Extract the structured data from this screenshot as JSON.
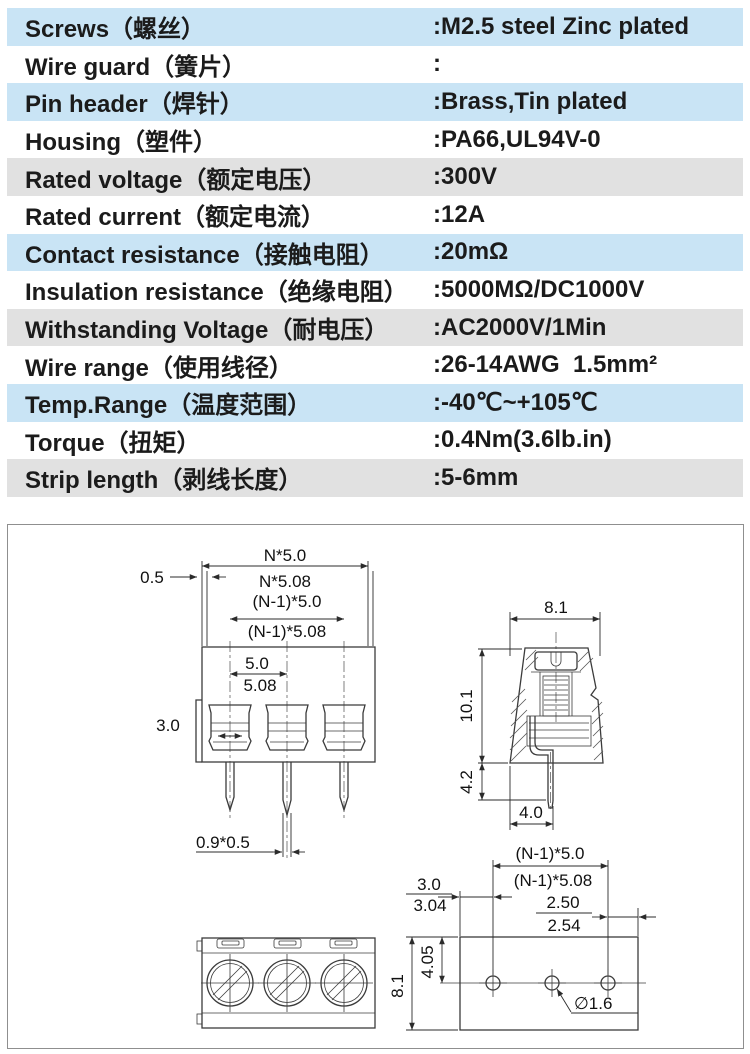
{
  "colors": {
    "blue": "#c9e4f5",
    "gray": "#e1e1e1",
    "white": "#ffffff",
    "row_text": "#1b1b1b",
    "line": "#3b3b3b",
    "box_border": "#8f8f8f"
  },
  "spec_table": {
    "rows": [
      {
        "label": "Screws（螺丝）",
        "value": ":M2.5 steel Zinc plated",
        "bg": "blue"
      },
      {
        "label": "Wire guard（簧片）",
        "value": ":",
        "bg": "white"
      },
      {
        "label": "Pin header（焊针）",
        "value": ":Brass,Tin plated",
        "bg": "blue"
      },
      {
        "label": "Housing（塑件）",
        "value": ":PA66,UL94V-0",
        "bg": "white"
      },
      {
        "label": "Rated voltage（额定电压）",
        "value": ":300V",
        "bg": "gray"
      },
      {
        "label": "Rated current（额定电流）",
        "value": ":12A",
        "bg": "white"
      },
      {
        "label": "Contact resistance（接触电阻）",
        "value": ":20mΩ",
        "bg": "blue"
      },
      {
        "label": "Insulation resistance（绝缘电阻）",
        "value": ":5000MΩ/DC1000V",
        "bg": "white"
      },
      {
        "label": "Withstanding Voltage（耐电压）",
        "value": ":AC2000V/1Min",
        "bg": "gray"
      },
      {
        "label": "Wire range（使用线径）",
        "value": ":26-14AWG  1.5mm²",
        "bg": "white"
      },
      {
        "label": "Temp.Range（温度范围）",
        "value": ":-40℃~+105℃",
        "bg": "blue"
      },
      {
        "label": "Torque（扭矩）",
        "value": ":0.4Nm(3.6lb.in)",
        "bg": "white"
      },
      {
        "label": "Strip length（剥线长度）",
        "value": ":5-6mm",
        "bg": "gray"
      }
    ]
  },
  "drawing": {
    "front_view": {
      "dim_total_50": "N*5.0",
      "dim_total_508": "N*5.08",
      "dim_span_50": "(N-1)*5.0",
      "dim_span_508": "(N-1)*5.08",
      "dim_offset": "0.5",
      "dim_pitch_50": "5.0",
      "dim_pitch_508": "5.08",
      "dim_opening": "3.0",
      "dim_pin_section": "0.9*0.5"
    },
    "side_view": {
      "dim_width_top": "8.1",
      "dim_height": "10.1",
      "dim_pin_length": "4.2",
      "dim_width_bottom": "4.0"
    },
    "footprint_view": {
      "dim_span_50": "(N-1)*5.0",
      "dim_span_508": "(N-1)*5.08",
      "dim_edge_30": "3.0",
      "dim_edge_304": "3.04",
      "dim_half_250": "2.50",
      "dim_half_254": "2.54",
      "dim_hole_offset": "4.05",
      "dim_depth": "8.1",
      "dim_hole_dia": "∅1.6"
    }
  }
}
